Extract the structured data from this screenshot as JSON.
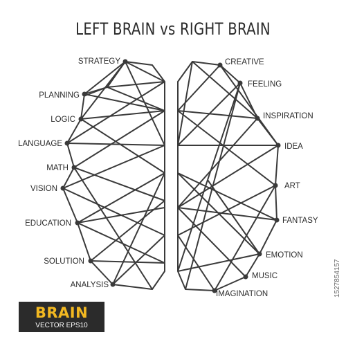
{
  "title": "LEFT BRAIN  vs  RIGHT BRAIN",
  "left_labels": [
    "STRATEGY",
    "PLANNING",
    "LOGIC",
    "LANGUAGE",
    "MATH",
    "VISION",
    "EDUCATION",
    "SOLUTION",
    "ANALYSIS"
  ],
  "right_labels": [
    "CREATIVE",
    "FEELING",
    "INSPIRATION",
    "IDEA",
    "ART",
    "FANTASY",
    "EMOTION",
    "MUSIC",
    "IMAGINATION"
  ],
  "badge": {
    "title": "BRAIN",
    "subtitle": "VECTOR EPS10"
  },
  "stock_id": "1527854157",
  "colors": {
    "line": "#3a3a3a",
    "text": "#2b2b2b",
    "badge_bg": "#2b2b2b",
    "badge_title": "#f2b821"
  }
}
